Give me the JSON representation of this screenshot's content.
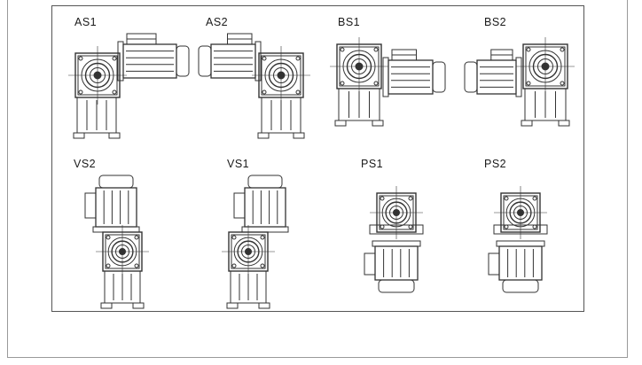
{
  "diagram": {
    "mountings": [
      {
        "id": "as1",
        "label": "AS1"
      },
      {
        "id": "as2",
        "label": "AS2"
      },
      {
        "id": "bs1",
        "label": "BS1"
      },
      {
        "id": "bs2",
        "label": "BS2"
      },
      {
        "id": "vs2",
        "label": "VS2"
      },
      {
        "id": "vs1",
        "label": "VS1"
      },
      {
        "id": "ps1",
        "label": "PS1"
      },
      {
        "id": "ps2",
        "label": "PS2"
      }
    ]
  },
  "colors": {
    "line": "#333333",
    "frame": "#555555",
    "outer_frame": "#9a9a9a",
    "background": "#ffffff"
  }
}
